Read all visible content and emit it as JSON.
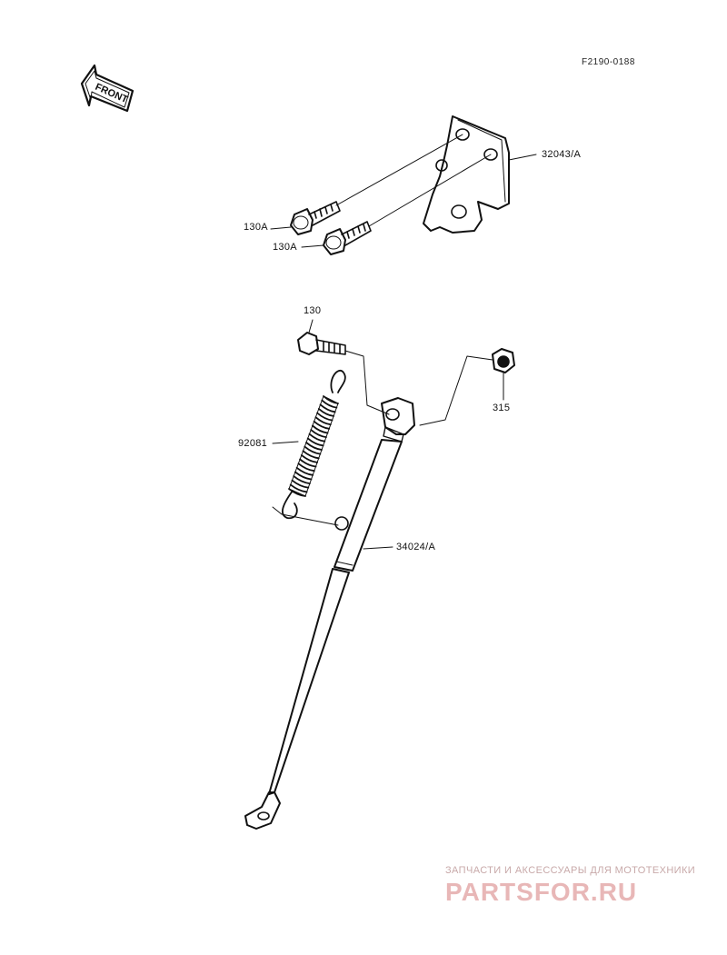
{
  "diagram": {
    "code": "F2190-0188",
    "front_label": "FRONT",
    "labels": {
      "bracket": "32043/A",
      "bolt_upper": "130A",
      "bolt_lower": "130A",
      "bolt_pivot": "130",
      "nut": "315",
      "spring": "92081",
      "stand": "34024/A"
    }
  },
  "watermark": {
    "caption": "ЗАПЧАСТИ И АКСЕССУАРЫ ДЛЯ МОТОТЕХНИКИ",
    "logo": "PARTSFOR.RU"
  }
}
